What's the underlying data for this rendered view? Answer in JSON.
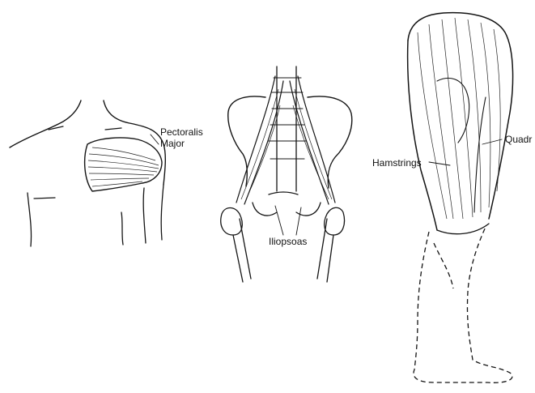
{
  "figure": {
    "labels": {
      "pectoralis_line1": "Pectoralis",
      "pectoralis_line2": "Major",
      "iliopsoas": "Iliopsoas",
      "hamstrings": "Hamstrings",
      "quadriceps": "Quadr"
    },
    "ink_color": "#141414"
  }
}
